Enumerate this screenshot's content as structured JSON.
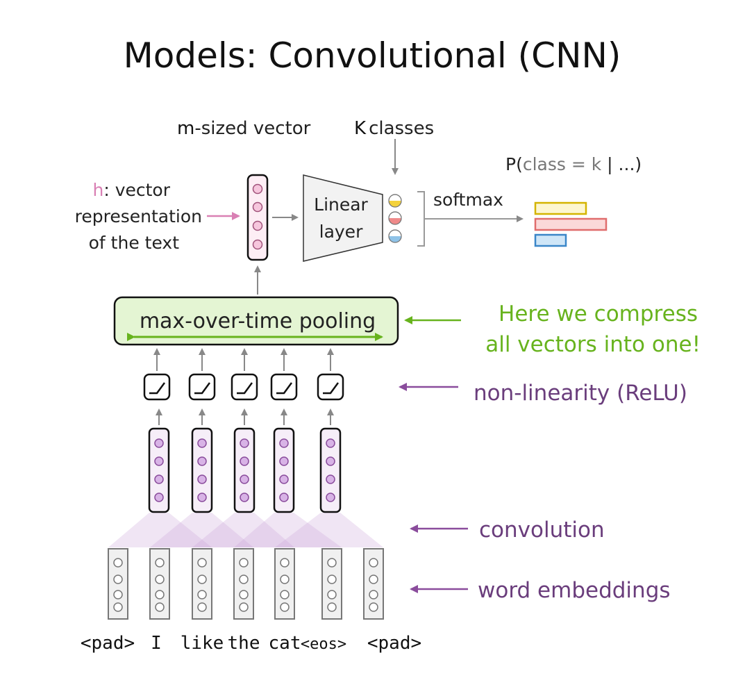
{
  "title": "Models: Convolutional (CNN)",
  "top": {
    "m_letter": "m",
    "m_rest": "-sized vector",
    "k_letter": "K",
    "k_rest": "classes",
    "prob": {
      "p_open": "P(",
      "class_word": "class",
      "eq": " = ",
      "k": "k",
      "rest": " | ...)"
    },
    "h_letter": "h",
    "h_line1_rest": ": vector",
    "h_line2": "representation",
    "h_line3": "of the text",
    "linear_line1": "Linear",
    "linear_line2": "layer",
    "softmax": "softmax"
  },
  "pooling": {
    "label": "max-over-time pooling"
  },
  "annotations": {
    "compress_line1": "Here we compress",
    "compress_line2": "all vectors into one!",
    "relu": "non-linearity (ReLU)",
    "convolution": "convolution",
    "embeddings": "word embeddings"
  },
  "tokens": [
    "<pad>",
    "I",
    "like",
    "the",
    "cat",
    "<eos>",
    "<pad>"
  ],
  "colors": {
    "purple": "#6a3d7c",
    "green": "#67b31d",
    "pink": "#d980b4",
    "bar_yellow": "#d4b400",
    "bar_red": "#e06d6d",
    "bar_blue": "#3a86c8"
  }
}
